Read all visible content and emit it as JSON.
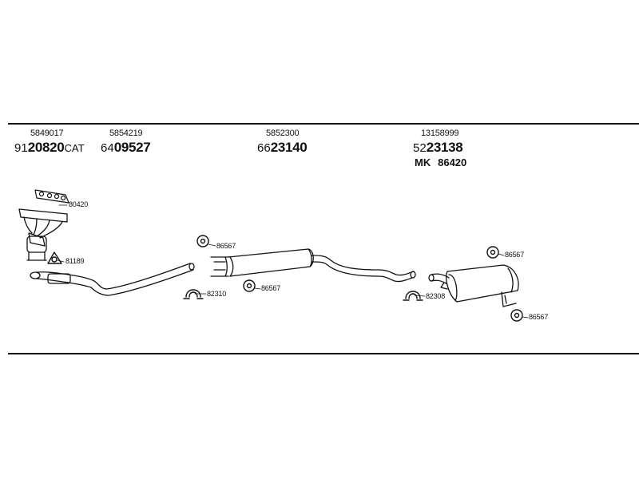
{
  "columns": [
    {
      "ref": "5849017",
      "prefix": "91",
      "number": "20820",
      "suffix": "CAT"
    },
    {
      "ref": "5854219",
      "prefix": "64",
      "number": "09527",
      "suffix": ""
    },
    {
      "ref": "5852300",
      "prefix": "66",
      "number": "23140",
      "suffix": ""
    },
    {
      "ref": "13158999",
      "prefix": "52",
      "number": "23138",
      "suffix": "",
      "extra_prefix": "MK",
      "extra_number": "86420"
    }
  ],
  "parts": {
    "gasket_manifold": "80420",
    "gasket_flange_front": "81189",
    "rubber_mount_mid_top": "86567",
    "rubber_mount_mid_bottom": "86567",
    "clamp_mid": "82310",
    "clamp_rear": "82308",
    "rubber_mount_rear_top": "86567",
    "rubber_mount_rear_bottom": "86567"
  }
}
